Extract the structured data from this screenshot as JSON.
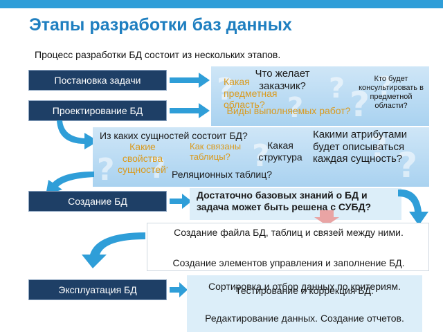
{
  "header": {
    "title": "Этапы разработки баз данных",
    "subtitle": "Процесс разработки БД состоит из нескольких этапов."
  },
  "stages": [
    {
      "label": "Постановка задачи"
    },
    {
      "label": "Проектирование БД"
    },
    {
      "label": "Создание БД"
    },
    {
      "label": "Эксплуатация БД"
    }
  ],
  "task": {
    "q_what": "Что желает заказчик?",
    "q_area": "Какая предметная область?",
    "q_works": "Виды выполняемых работ?",
    "q_consult": "Кто будет консультировать в предметной области?"
  },
  "design": {
    "q_entities": "Из каких сущностей состоит БД?",
    "q_props": "Какие свойства сущностей?",
    "q_links": "Как связаны таблицы?",
    "q_structure": "Какая структура",
    "q_relational": "Реляционных таблиц?",
    "q_attrs": "Какими атрибутами будет описываться каждая сущность?"
  },
  "creation": {
    "enough": "Достаточно базовых знаний о БД и задача может быть решена с СУБД?",
    "steps1": "Создание файла БД, таблиц и связей между ними.",
    "steps2": "Создание элементов управления и заполнение БД."
  },
  "operation": {
    "testing": "Тестирование и коррекция БД.",
    "sorting": "Сортировка и отбор данных по критериям.",
    "editing": "Редактирование данных. Создание отчетов."
  },
  "colors": {
    "accent": "#2f9ed8",
    "stage_bg": "#1e3f66",
    "gold": "#d99a1e",
    "panel_light": "#cfe6f7",
    "arrow": "#2f9ed8",
    "pink_arrow": "#e9a4a4"
  },
  "icons": [
    "question-mark-icon",
    "right-arrow-icon",
    "curved-arrow-icon",
    "down-arrow-icon"
  ]
}
